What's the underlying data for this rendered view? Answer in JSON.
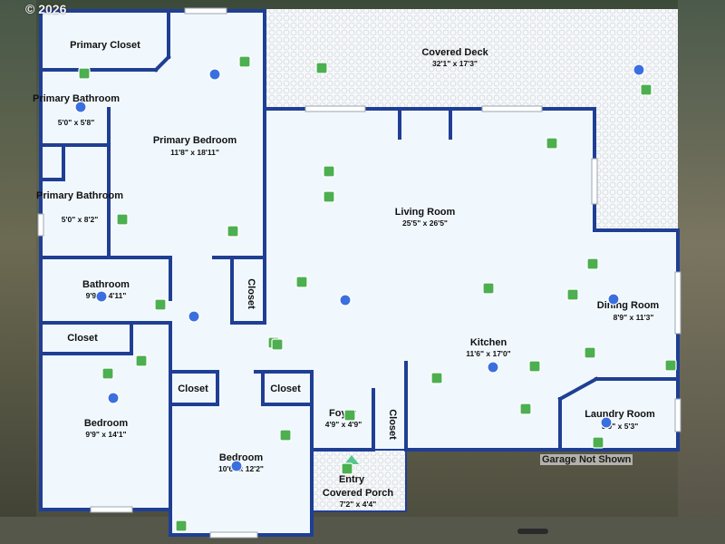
{
  "copyright": "© 2026",
  "garage_note": "Garage Not Shown",
  "colors": {
    "wall": "#1f3f94",
    "floor": "#f1f8fd",
    "deck": "#f4f6f9",
    "green_marker": "#4caf50",
    "blue_marker": "#3a6fe0"
  },
  "rooms": {
    "primary_closet": {
      "name": "Primary Closet"
    },
    "primary_bath1": {
      "name": "Primary Bathroom",
      "dims": "5'0\" x 5'8\""
    },
    "primary_bedroom": {
      "name": "Primary Bedroom",
      "dims": "11'8\" x 18'11\""
    },
    "primary_bath2": {
      "name": "Primary Bathroom",
      "dims": "5'0\" x 8'2\""
    },
    "covered_deck": {
      "name": "Covered Deck",
      "dims": "32'1\" x 17'3\""
    },
    "living_room": {
      "name": "Living Room",
      "dims": "25'5\" x 26'5\""
    },
    "bathroom": {
      "name": "Bathroom",
      "dims": "9'9\" x 4'11\""
    },
    "closet_hall": {
      "name": "Closet"
    },
    "dining_room": {
      "name": "Dining Room",
      "dims": "8'9\" x 11'3\""
    },
    "closet_left": {
      "name": "Closet"
    },
    "kitchen": {
      "name": "Kitchen",
      "dims": "11'6\" x 17'0\""
    },
    "closet_a": {
      "name": "Closet"
    },
    "closet_b": {
      "name": "Closet"
    },
    "foyer": {
      "name": "Foyer",
      "dims": "4'9\" x 4'9\""
    },
    "closet_foyer": {
      "name": "Closet"
    },
    "laundry": {
      "name": "Laundry Room",
      "dims": "5'9\" x 5'3\""
    },
    "bedroom1": {
      "name": "Bedroom",
      "dims": "9'9\" x 14'1\""
    },
    "bedroom2": {
      "name": "Bedroom",
      "dims": "10'6\" x 12'2\""
    },
    "entry_porch": {
      "name_line1": "Entry",
      "name_line2": "Covered Porch",
      "dims": "7'2\" x 4'4\""
    }
  }
}
